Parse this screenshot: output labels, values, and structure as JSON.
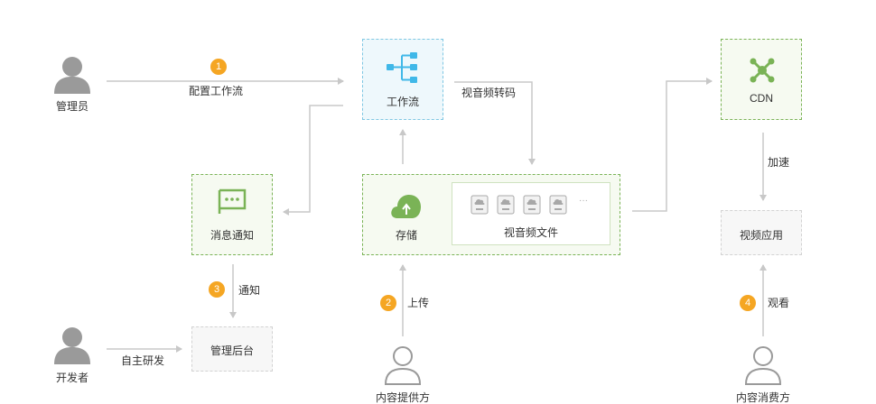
{
  "actors": {
    "admin": "管理员",
    "developer": "开发者",
    "provider": "内容提供方",
    "consumer": "内容消费方"
  },
  "nodes": {
    "workflow": "工作流",
    "notify": "消息通知",
    "storage": "存储",
    "media_files": "视音频文件",
    "cdn": "CDN",
    "console": "管理后台",
    "video_app": "视频应用"
  },
  "edges": {
    "config_workflow": "配置工作流",
    "transcode": "视音频转码",
    "notice": "通知",
    "self_develop": "自主研发",
    "upload": "上传",
    "accelerate": "加速",
    "watch": "观看"
  },
  "steps": {
    "s1": "1",
    "s2": "2",
    "s3": "3",
    "s4": "4"
  },
  "ellipsis": "···",
  "colors": {
    "green": "#7ab356",
    "blue": "#40b8e8",
    "orange": "#f5a623",
    "gray_icon": "#9a9a9a",
    "line": "#c8c8c8"
  }
}
